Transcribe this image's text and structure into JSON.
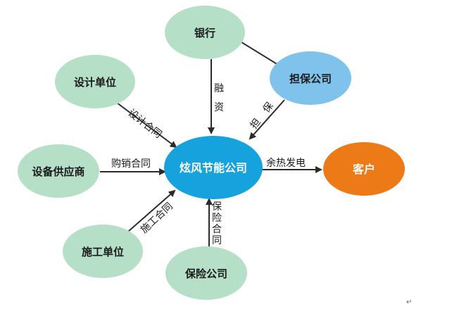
{
  "colors": {
    "party_node": "#b5dfc7",
    "center_node": "#16a2dd",
    "guarantee_node": "#7fc2ec",
    "customer_node": "#ec7a16",
    "edge": "#2b2b2b"
  },
  "nodes": {
    "bank": "银行",
    "guarantee": "担保公司",
    "design": "设计单位",
    "equipment": "设备供应商",
    "center": "炫风节能公司",
    "customer": "客户",
    "construction": "施工单位",
    "insurance": "保险公司"
  },
  "edges": {
    "bank_finance": [
      "融",
      "资"
    ],
    "guarantee_label": [
      "担",
      "保"
    ],
    "design_contract": "设计合同",
    "purchase_contract": "购销合同",
    "heat_power": "余热发电",
    "construction_contract": "施工合同",
    "insurance_contract": [
      "保",
      "险",
      "合",
      "同"
    ]
  },
  "corner_mark": "↵"
}
